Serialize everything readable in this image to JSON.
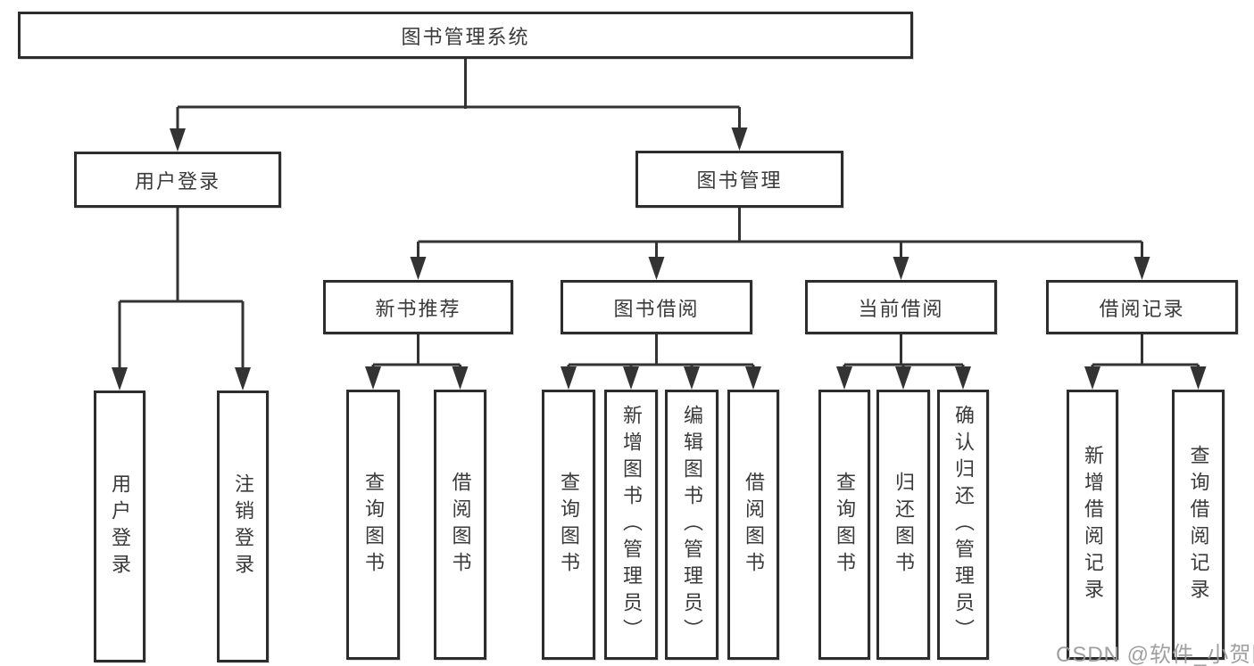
{
  "diagram": {
    "title": "图书管理系统",
    "level2": {
      "user_login": "用户登录",
      "book_mgmt": "图书管理"
    },
    "level3": {
      "new_books": "新书推荐",
      "book_borrow": "图书借阅",
      "current_borrow": "当前借阅",
      "borrow_records": "借阅记录"
    },
    "leaves": {
      "user_login_leaf": "用户登录",
      "logout": "注销登录",
      "nb_query": "查询图书",
      "nb_borrow": "借阅图书",
      "bb_query": "查询图书",
      "bb_add": "新增图书（管理员）",
      "bb_edit": "编辑图书（管理员）",
      "bb_borrow": "借阅图书",
      "cb_query": "查询图书",
      "cb_return": "归还图书",
      "cb_confirm": "确认归还（管理员）",
      "br_add": "新增借阅记录",
      "br_query": "查询借阅记录"
    }
  },
  "watermark": "CSDN @软件_小贺同学",
  "colors": {
    "line": "#333333",
    "border": "#2d2d2d",
    "text": "#3a3a3a",
    "background": "#ffffff",
    "watermark": "#989898"
  }
}
